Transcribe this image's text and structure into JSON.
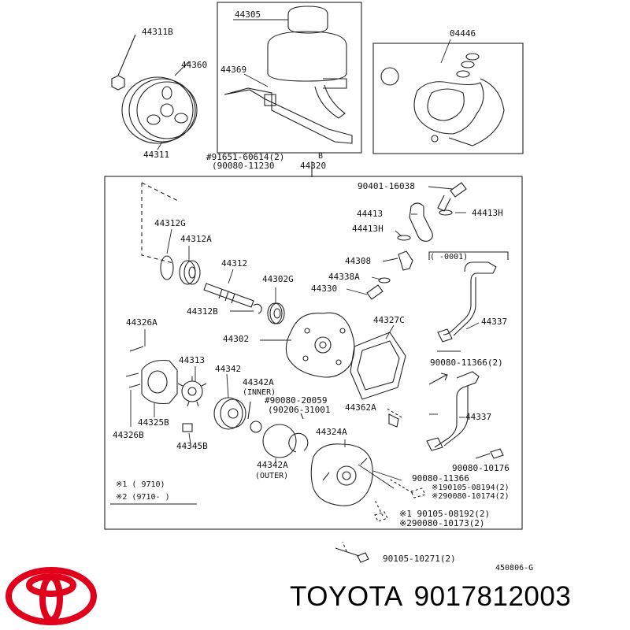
{
  "labels": {
    "top_box": [
      "44305",
      "44369"
    ],
    "left_group": [
      "44311B",
      "44360",
      "44311"
    ],
    "gasket_kit": "04446",
    "note_line1": "#91651-60614(2)",
    "note_b": "B",
    "note_line2": "(90080-11230",
    "main_assy": "44320",
    "parts": [
      "90401-16038",
      "44413",
      "44413H",
      "44413H",
      "44308",
      "44338A",
      "44330",
      "44312G",
      "44312A",
      "44312",
      "44302G",
      "44312B",
      "44302",
      "44327C",
      "44326A",
      "44313",
      "44342",
      "44342A",
      "(INNER)",
      "#90080-20059",
      "(90206-31001",
      "44362A",
      "44325B",
      "44326B",
      "44324A",
      "44345B",
      "44342A",
      "(OUTER)",
      "44337",
      "44337",
      "90080-11366(2)",
      "90080-10176",
      "90080-11366",
      "※190105-08194(2)",
      "※290080-10174(2)",
      "※1  90105-08192(2)",
      "※290080-10173(2)",
      "90105-10271(2)",
      "(   -0001)",
      "450806-G"
    ],
    "legend1": "※1 (        9710)",
    "legend2": "※2 (9710-        )"
  },
  "brand": {
    "name": "TOYOTA",
    "part_number": "9017812003",
    "logo_color": "#e0001b"
  }
}
